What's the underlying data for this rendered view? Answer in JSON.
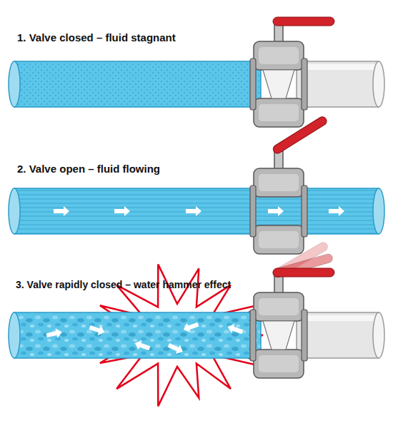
{
  "diagram": {
    "labels": [
      "1. Valve closed – fluid stagnant",
      "2. Valve open – fluid flowing",
      "3. Valve rapidly closed – water hammer effect"
    ]
  }
}
